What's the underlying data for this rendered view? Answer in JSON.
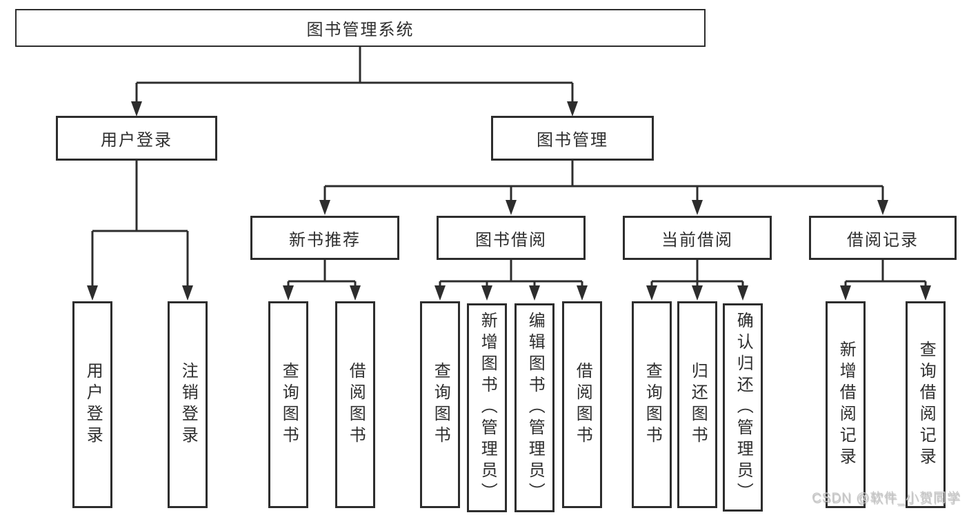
{
  "diagram_title": "图书管理系统",
  "watermark": "CSDN @软件_小贺同学",
  "colors": {
    "line": "#2d2d2d",
    "box_border": "#2d2d2d",
    "text": "#2e2e2e",
    "background": "#ffffff",
    "watermark": "#c9c9c9"
  },
  "tree": {
    "label": "图书管理系统",
    "children": [
      {
        "label": "用户登录",
        "children": [
          {
            "label": "用户登录"
          },
          {
            "label": "注销登录"
          }
        ]
      },
      {
        "label": "图书管理",
        "children": [
          {
            "label": "新书推荐",
            "children": [
              {
                "label": "查询图书"
              },
              {
                "label": "借阅图书"
              }
            ]
          },
          {
            "label": "图书借阅",
            "children": [
              {
                "label": "查询图书"
              },
              {
                "label": "新增图书（管理员）"
              },
              {
                "label": "编辑图书（管理员）"
              },
              {
                "label": "借阅图书"
              }
            ]
          },
          {
            "label": "当前借阅",
            "children": [
              {
                "label": "查询图书"
              },
              {
                "label": "归还图书"
              },
              {
                "label": "确认归还（管理员）"
              }
            ]
          },
          {
            "label": "借阅记录",
            "children": [
              {
                "label": "新增借阅记录"
              },
              {
                "label": "查询借阅记录"
              }
            ]
          }
        ]
      }
    ]
  }
}
